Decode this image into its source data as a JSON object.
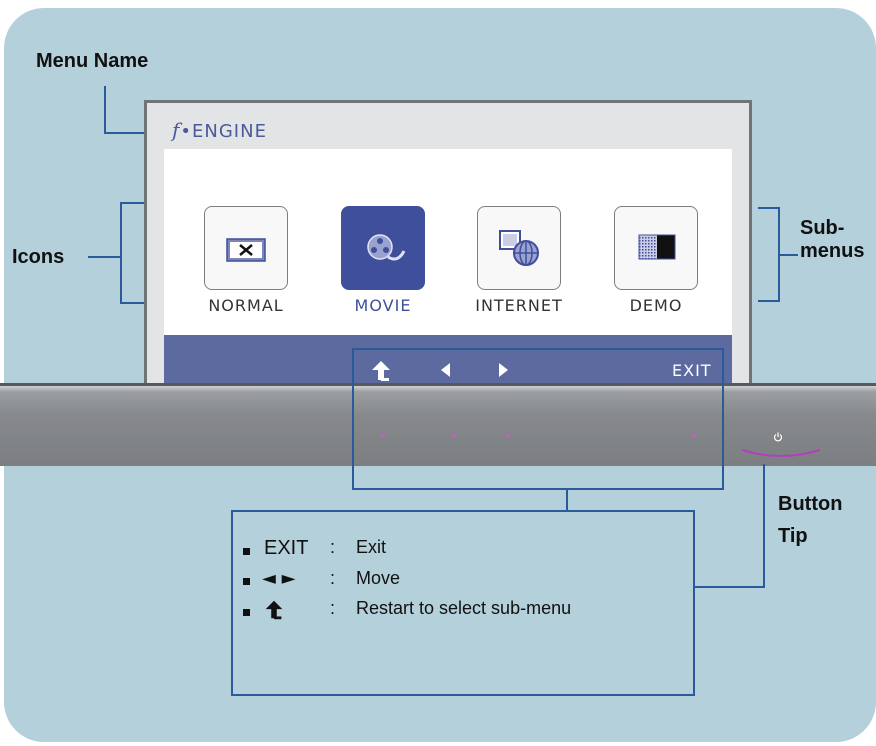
{
  "callouts": {
    "menu_name": "Menu Name",
    "icons": "Icons",
    "sub_menus_line1": "Sub-",
    "sub_menus_line2": "menus",
    "button_tip_line1": "Button",
    "button_tip_line2": "Tip"
  },
  "osd": {
    "title_f": "f",
    "title_text": "•ENGINE",
    "items": [
      {
        "label": "NORMAL",
        "icon": "normal-mode-icon",
        "active": false
      },
      {
        "label": "MOVIE",
        "icon": "movie-reel-icon",
        "active": true
      },
      {
        "label": "INTERNET",
        "icon": "internet-globe-icon",
        "active": false
      },
      {
        "label": "DEMO",
        "icon": "demo-split-icon",
        "active": false
      }
    ],
    "bar_exit": "EXIT",
    "bar_icons": [
      "up-arrow-icon",
      "left-arrow-icon",
      "right-arrow-icon"
    ]
  },
  "monitor": {
    "power_icon": "power-icon"
  },
  "tips": [
    {
      "key": "EXIT",
      "sep": ":",
      "desc": "Exit"
    },
    {
      "key": "◄ ►",
      "sep": ":",
      "desc": "Move"
    },
    {
      "key": "up-arrow-icon",
      "sep": ":",
      "desc": "Restart to select sub-menu"
    }
  ],
  "colors": {
    "background": "#b4d0db",
    "callout_line": "#2b5a9a",
    "osd_accent": "#3f4f9c",
    "osd_bar": "#5c6aa0",
    "button_light": "#c060c0"
  }
}
